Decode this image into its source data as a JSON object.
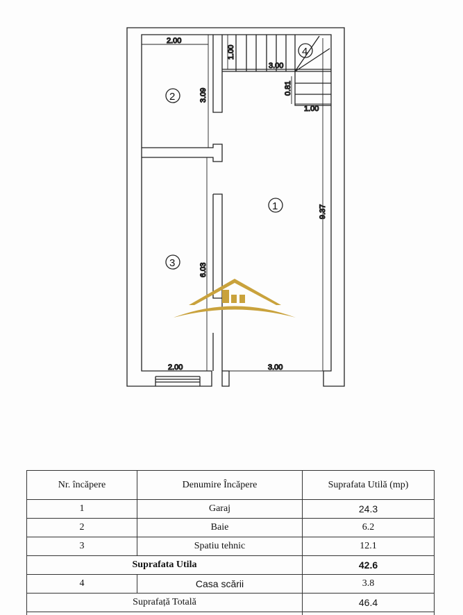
{
  "plan": {
    "room_numbers": [
      "1",
      "2",
      "3",
      "4"
    ],
    "dimensions": {
      "top_left_width": "2.00",
      "room2_height": "3.09",
      "stair_depth": "1.00",
      "stair_length": "3.00",
      "landing_height": "0.81",
      "landing_width": "1.00",
      "total_height": "9.37",
      "room3_height": "6.03",
      "bottom_left_width": "2.00",
      "bottom_right_width": "3.00"
    },
    "logo_color": "#c9a23c"
  },
  "table": {
    "headers": [
      "Nr. încăpere",
      "Denumire Încăpere",
      "Suprafata Utilă (mp)"
    ],
    "rows": [
      {
        "nr": "1",
        "name": "Garaj",
        "area": "24.3"
      },
      {
        "nr": "2",
        "name": "Baie",
        "area": "6.2"
      },
      {
        "nr": "3",
        "name": "Spatiu tehnic",
        "area": "12.1"
      }
    ],
    "subtotal": {
      "label": "Suprafata Utila",
      "area": "42.6"
    },
    "extra_row": {
      "nr": "4",
      "name": "Casa scării",
      "area": "3.8"
    },
    "total": {
      "label": "Suprafață Totală",
      "area": "46.4"
    }
  }
}
